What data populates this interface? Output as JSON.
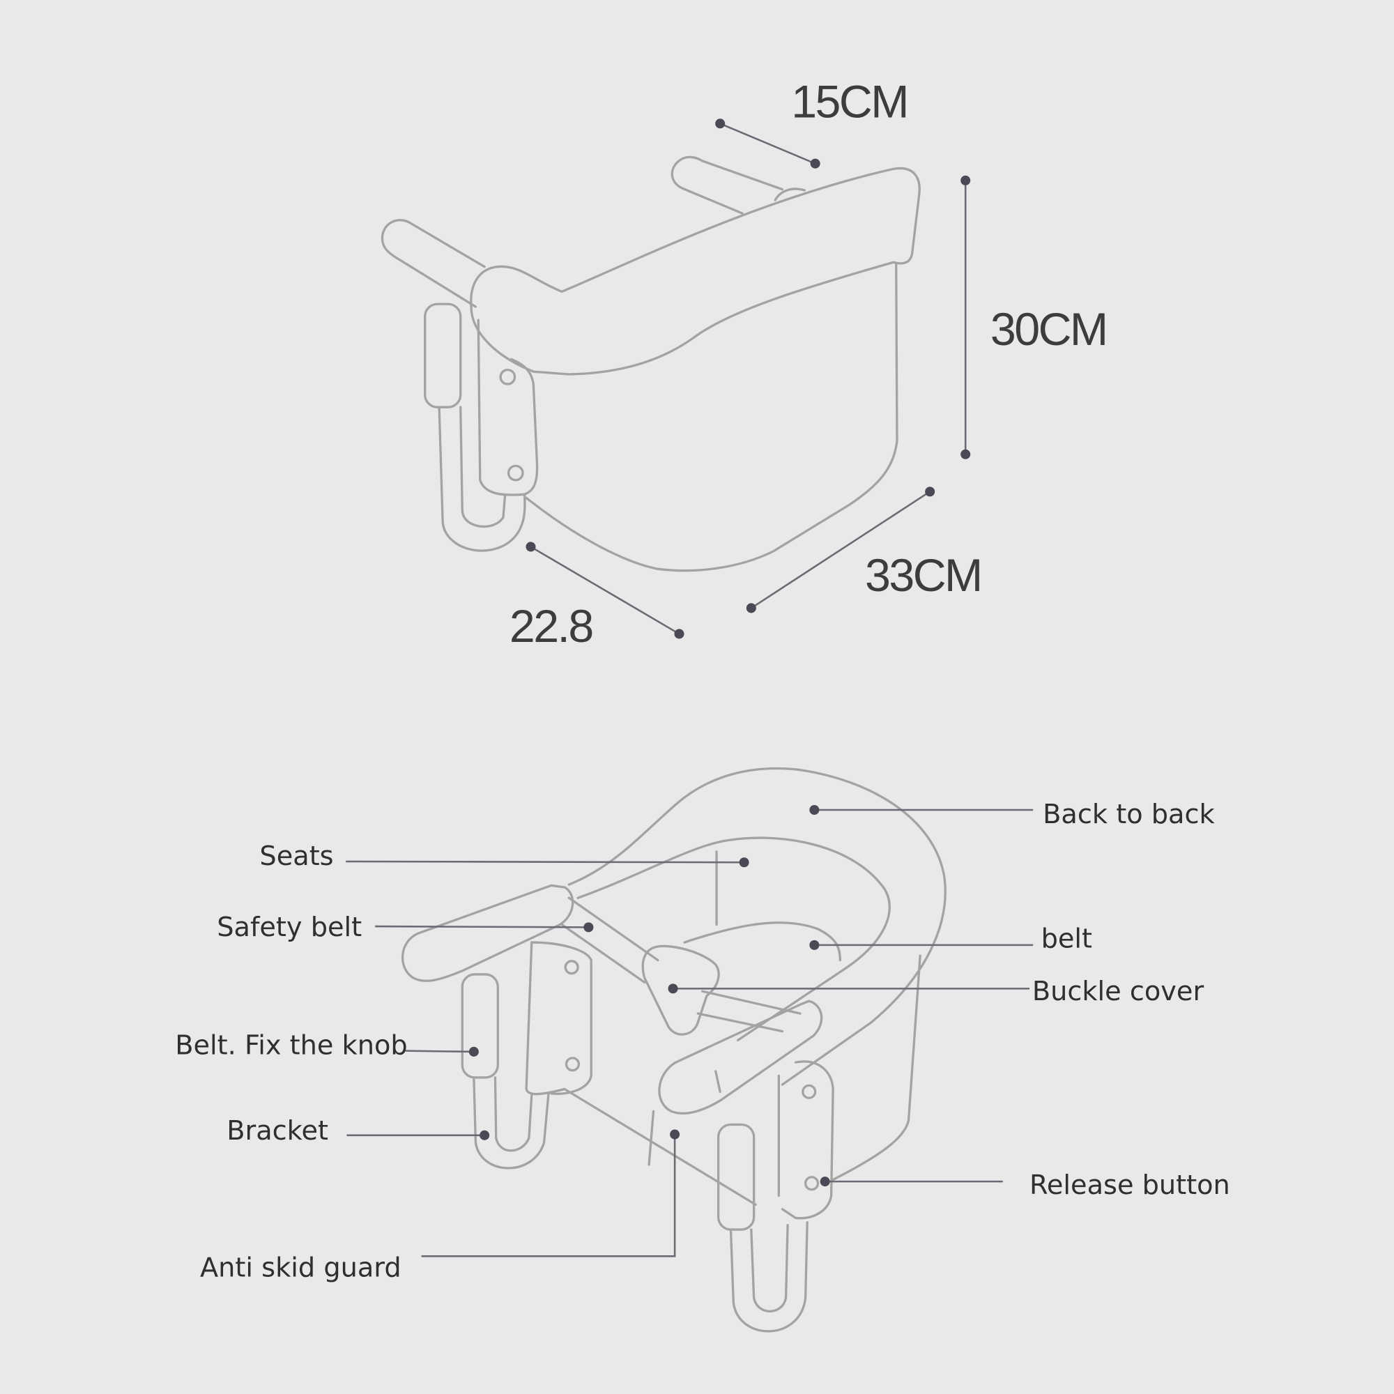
{
  "dimensions": {
    "depth": "15CM",
    "height": "30CM",
    "width": "33CM",
    "length": "22.8"
  },
  "parts": {
    "back_to_back": "Back to back",
    "seats": "Seats",
    "safety_belt": "Safety belt",
    "belt": "belt",
    "buckle_cover": "Buckle cover",
    "belt_fix_knob": "Belt. Fix the knob",
    "bracket": "Bracket",
    "release_button": "Release button",
    "anti_skid_guard": "Anti skid guard"
  }
}
